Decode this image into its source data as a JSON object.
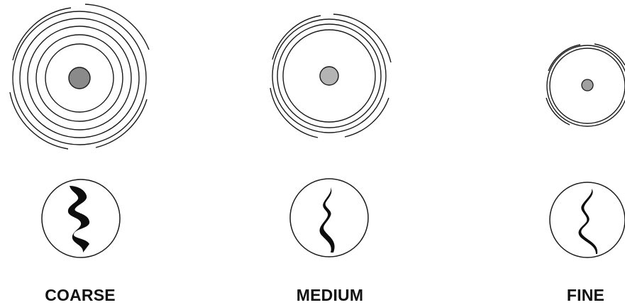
{
  "grades": [
    {
      "label": "COARSE",
      "center_fill": "#8a8a8a"
    },
    {
      "label": "MEDIUM",
      "center_fill": "#b4b4b4"
    },
    {
      "label": "FINE",
      "center_fill": "#a0a0a0"
    }
  ],
  "colors": {
    "stroke": "#1a1a1a",
    "shaving": "#0d0d0d",
    "background": "#ffffff"
  }
}
